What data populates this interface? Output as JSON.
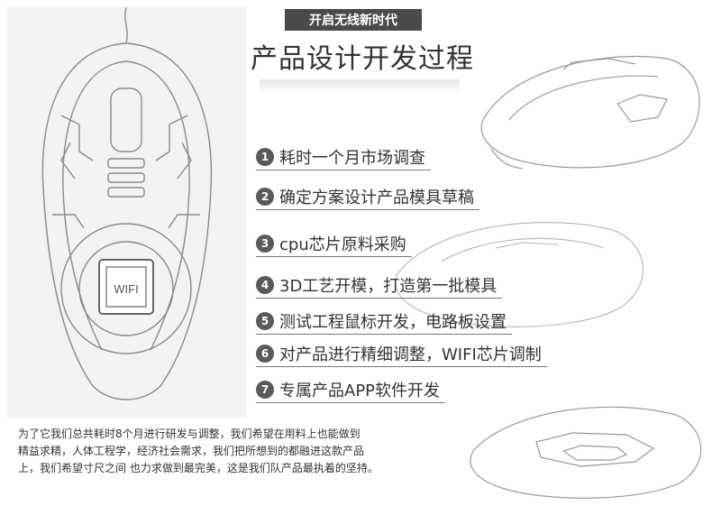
{
  "badge": "开启无线新时代",
  "title": "产品设计开发过程",
  "steps": [
    {
      "num": "1",
      "text": "耗时一个月市场调查"
    },
    {
      "num": "2",
      "text": "确定方案设计产品模具草稿"
    },
    {
      "num": "3",
      "text": "cpu芯片原料采购"
    },
    {
      "num": "4",
      "text": "3D工艺开模，打造第一批模具"
    },
    {
      "num": "5",
      "text": "测试工程鼠标开发，电路板设置"
    },
    {
      "num": "6",
      "text": "对产品进行精细调整，WIFI芯片调制"
    },
    {
      "num": "7",
      "text": "专属产品APP软件开发"
    }
  ],
  "paragraph": [
    "为了它我们总共耗时8个月进行研发与调整，我们希望在用料上也能做到",
    "精益求精，人体工程学，经济社会需求，我们把所想到的都融进这款产品",
    "上，我们希望寸尺之间 也力求做到最完美，这是我们队产品最执着的坚持。"
  ],
  "mouse_label": "WIFI",
  "colors": {
    "badge_bg": "#4a4a4a",
    "number_bg": "#5a5a5a",
    "text": "#333333"
  }
}
